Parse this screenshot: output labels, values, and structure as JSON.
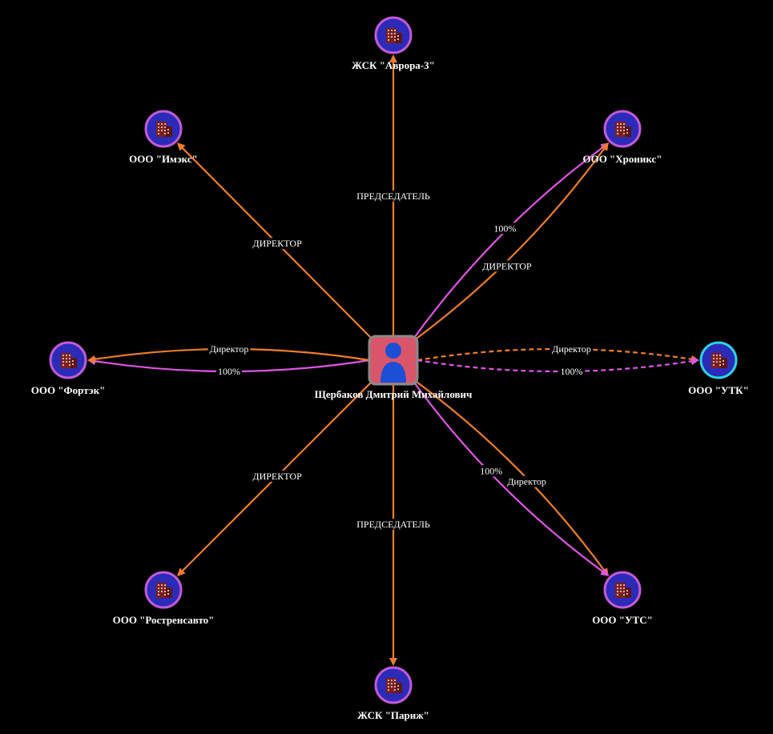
{
  "colors": {
    "background": "#000000",
    "director_edge": "#ef7d2a",
    "share_edge": "#e055e6",
    "node_fill": "#2b2bb8",
    "node_ring": "#c35ad8",
    "node_ring_active": "#2ad4e6",
    "person_fill": "#d9566a",
    "person_border": "#8a8a8a",
    "person_icon": "#1c4fd6",
    "building_icon": "#7a1f1f",
    "label": "#ffffff"
  },
  "center": {
    "label": "Щербаков Дмитрий Михайлович",
    "icon": "person-icon"
  },
  "nodes": [
    {
      "id": "avrora",
      "label": "ЖСК \"Аврора-3\"",
      "icon": "building-icon",
      "ring": "default"
    },
    {
      "id": "imeks",
      "label": "ООО \"Имэкс\"",
      "icon": "building-icon",
      "ring": "default"
    },
    {
      "id": "hroniks",
      "label": "ООО \"Хроникс\"",
      "icon": "building-icon",
      "ring": "default"
    },
    {
      "id": "forteks",
      "label": "ООО \"Фортэк\"",
      "icon": "building-icon",
      "ring": "default"
    },
    {
      "id": "utk",
      "label": "ООО \"УТК\"",
      "icon": "building-icon",
      "ring": "active"
    },
    {
      "id": "rostransavto",
      "label": "ООО \"Ростренсавто\"",
      "icon": "building-icon",
      "ring": "default"
    },
    {
      "id": "uts",
      "label": "ООО \"УТС\"",
      "icon": "building-icon",
      "ring": "default"
    },
    {
      "id": "parizh",
      "label": "ЖСК \"Париж\"",
      "icon": "building-icon",
      "ring": "default"
    }
  ],
  "edges": [
    {
      "id": "e-avrora",
      "to": "avrora",
      "type": "director",
      "label": "ПРЕДСЕДАТЕЛЬ",
      "dashed": false
    },
    {
      "id": "e-imeks",
      "to": "imeks",
      "type": "director",
      "label": "ДИРЕКТОР",
      "dashed": false
    },
    {
      "id": "e-hroniks-share",
      "to": "hroniks",
      "type": "share",
      "label": "100%",
      "dashed": false
    },
    {
      "id": "e-hroniks-dir",
      "to": "hroniks",
      "type": "director",
      "label": "ДИРЕКТОР",
      "dashed": false
    },
    {
      "id": "e-forteks-share",
      "to": "forteks",
      "type": "share",
      "label": "100%",
      "dashed": false
    },
    {
      "id": "e-forteks-dir",
      "to": "forteks",
      "type": "director",
      "label": "Директор",
      "dashed": false
    },
    {
      "id": "e-utk-dir",
      "to": "utk",
      "type": "director",
      "label": "Директор",
      "dashed": true
    },
    {
      "id": "e-utk-share",
      "to": "utk",
      "type": "share",
      "label": "100%",
      "dashed": true
    },
    {
      "id": "e-rostransavto",
      "to": "rostransavto",
      "type": "director",
      "label": "ДИРЕКТОР",
      "dashed": false
    },
    {
      "id": "e-uts-dir",
      "to": "uts",
      "type": "director",
      "label": "Директор",
      "dashed": false
    },
    {
      "id": "e-uts-share",
      "to": "uts",
      "type": "share",
      "label": "100%",
      "dashed": false
    },
    {
      "id": "e-parizh",
      "to": "parizh",
      "type": "director",
      "label": "ПРЕДСЕДАТЕЛЬ",
      "dashed": false
    }
  ]
}
